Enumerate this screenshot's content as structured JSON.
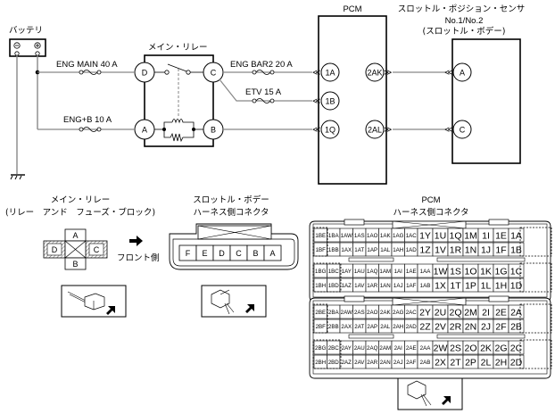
{
  "battery": {
    "label": "バッテリ",
    "neg": "⊖",
    "pos": "⊕"
  },
  "fuses": {
    "eng_main": "ENG MAIN 40 A",
    "eng_b": "ENG+B 10 A",
    "eng_bar2": "ENG BAR2 20 A",
    "etv": "ETV 15 A"
  },
  "relay": {
    "title": "メイン・リレー",
    "pins": [
      "D",
      "C",
      "A",
      "B"
    ]
  },
  "pcm": {
    "title": "PCM",
    "left_pins": [
      "1A",
      "1B",
      "1Q"
    ],
    "right_pins": [
      "2AK",
      "2AL"
    ]
  },
  "sensor": {
    "title_line1": "スロットル・ポジション・センサ",
    "title_line2": "No.1/No.2",
    "title_line3": "(スロットル・ボデー)",
    "pins": [
      "A",
      "C"
    ]
  },
  "relay_connector": {
    "title_line1": "メイン・リレー",
    "title_line2": "(リレー　アンド　フューズ・ブロック)",
    "pins": {
      "top": "A",
      "left": "D",
      "right": "C",
      "bottom": "B"
    },
    "front_label": "フロント側"
  },
  "throttle_connector": {
    "title_line1": "スロットル・ボデー",
    "title_line2": "ハーネス側コネクタ",
    "pins": [
      "F",
      "E",
      "D",
      "C",
      "B",
      "A"
    ]
  },
  "pcm_connector": {
    "title_line1": "PCM",
    "title_line2": "ハーネス側コネクタ",
    "block1": [
      [
        "1BE",
        "1BA",
        "1AW",
        "1AS",
        "1AO",
        "1AK",
        "1AG",
        "1AC",
        "1Y",
        "1U",
        "1Q",
        "1M",
        "1I",
        "1E",
        "1A"
      ],
      [
        "1BF",
        "1BB",
        "1AX",
        "1AT",
        "1AP",
        "1AL",
        "1AH",
        "1AD",
        "1Z",
        "1V",
        "1R",
        "1N",
        "1J",
        "1F",
        "1B"
      ],
      [
        "1BG",
        "1BC",
        "1AY",
        "1AU",
        "1AQ",
        "1AM",
        "1AI",
        "1AE",
        "1AA",
        "1W",
        "1S",
        "1O",
        "1K",
        "1G",
        "1C"
      ],
      [
        "1BH",
        "1BD",
        "1AZ",
        "1AV",
        "1AR",
        "1AN",
        "1AJ",
        "1AF",
        "1AB",
        "1X",
        "1T",
        "1P",
        "1L",
        "1H",
        "1D"
      ]
    ],
    "block2": [
      [
        "2BE",
        "2BA",
        "2AW",
        "2AS",
        "2AO",
        "2AK",
        "2AG",
        "2AC",
        "2Y",
        "2U",
        "2Q",
        "2M",
        "2I",
        "2E",
        "2A"
      ],
      [
        "2BF",
        "2BB",
        "2AX",
        "2AT",
        "2AP",
        "2AL",
        "2AH",
        "2AD",
        "2Z",
        "2V",
        "2R",
        "2N",
        "2J",
        "2F",
        "2B"
      ],
      [
        "2BG",
        "2BC",
        "2AY",
        "2AU",
        "2AQ",
        "2AM",
        "2AI",
        "2AE",
        "2AA",
        "2W",
        "2S",
        "2O",
        "2K",
        "2G",
        "2C"
      ],
      [
        "2BH",
        "2BD",
        "2AZ",
        "2AV",
        "2AR",
        "2AN",
        "2AJ",
        "2AF",
        "2AB",
        "2X",
        "2T",
        "2P",
        "2L",
        "2H",
        "2D"
      ]
    ]
  }
}
